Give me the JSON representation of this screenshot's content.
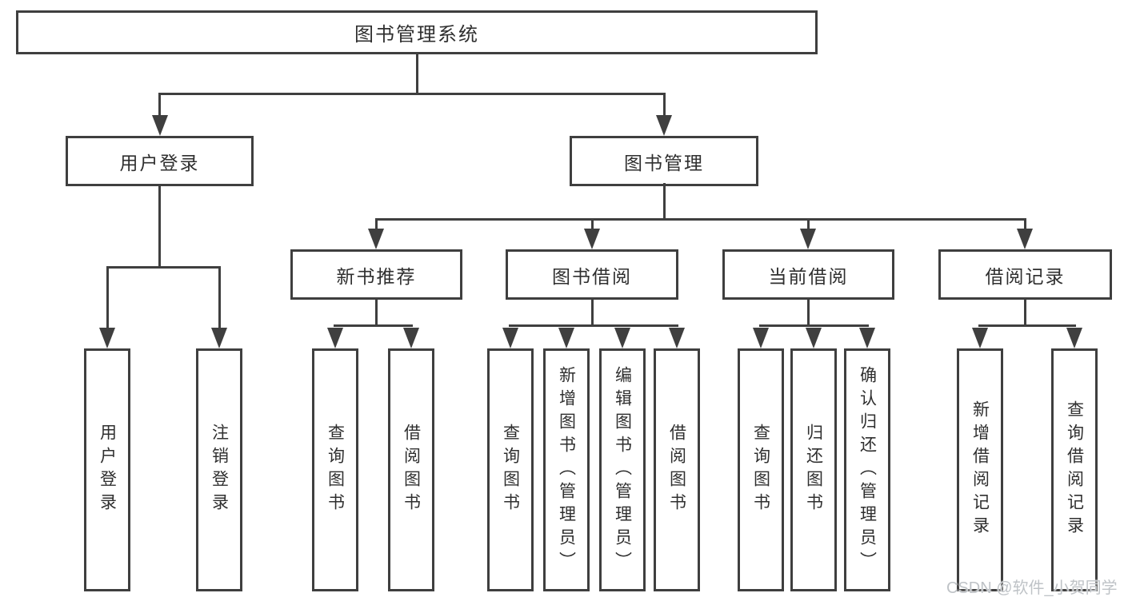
{
  "tree": {
    "root": {
      "label": "图书管理系统"
    },
    "branches": [
      {
        "label": "用户登录",
        "children": [
          {
            "label": "用户登录"
          },
          {
            "label": "注销登录"
          }
        ]
      },
      {
        "label": "图书管理",
        "children": [
          {
            "label": "新书推荐",
            "children": [
              {
                "label": "查询图书"
              },
              {
                "label": "借阅图书"
              }
            ]
          },
          {
            "label": "图书借阅",
            "children": [
              {
                "label": "查询图书"
              },
              {
                "label": "新增图书（管理员）"
              },
              {
                "label": "编辑图书（管理员）"
              },
              {
                "label": "借阅图书"
              }
            ]
          },
          {
            "label": "当前借阅",
            "children": [
              {
                "label": "查询图书"
              },
              {
                "label": "归还图书"
              },
              {
                "label": "确认归还（管理员）"
              }
            ]
          },
          {
            "label": "借阅记录",
            "children": [
              {
                "label": "新增借阅记录"
              },
              {
                "label": "查询借阅记录"
              }
            ]
          }
        ]
      }
    ]
  },
  "watermark": {
    "text": "CSDN @软件_小贺同学"
  },
  "colors": {
    "line": "#3f3f3f",
    "text": "#2f2f2f",
    "watermark": "#bfc3c7"
  }
}
